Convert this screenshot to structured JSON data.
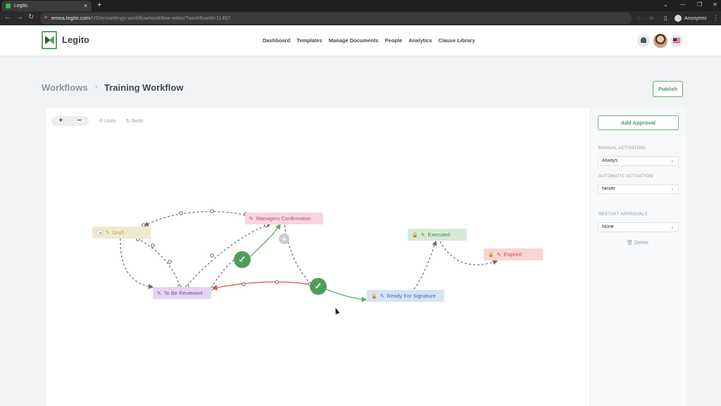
{
  "browser": {
    "tab_title": "Legito",
    "url_host": "emea.legito.com",
    "url_path": "/US/en/settings-workflow/workflow-editor?workflowId=11457",
    "profile_name": "Anonymní"
  },
  "header": {
    "brand": "Legito",
    "nav": [
      "Dashboard",
      "Templates",
      "Manage Documents",
      "People",
      "Analytics",
      "Clause Library"
    ]
  },
  "breadcrumb": {
    "root": "Workflows",
    "separator": "›",
    "current": "Training Workflow"
  },
  "publish_label": "Publish",
  "toolbar": {
    "zoom_in": "+",
    "zoom_out": "−",
    "undo": "Undo",
    "redo": "Redo"
  },
  "nodes": {
    "draft": "Draft",
    "managers_confirmation": "Managers Confirmation",
    "to_be_reviewed": "To Be Reviewed",
    "executed": "Executed",
    "expired": "Expired",
    "ready_for_signature": "Ready For Signature"
  },
  "panel": {
    "add_approval": "Add Approval",
    "manual_activation_label": "MANUAL ACTIVATION",
    "manual_activation_value": "Always",
    "automatic_activation_label": "AUTOMATIC ACTIVATION",
    "automatic_activation_value": "Never",
    "restart_approvals_label": "RESTART APPROVALS",
    "restart_approvals_value": "None",
    "delete": "Delete"
  },
  "colors": {
    "accent_green": "#4f9c5f",
    "edge_dashed": "#6b6b6b",
    "edge_red": "#d9534f"
  }
}
